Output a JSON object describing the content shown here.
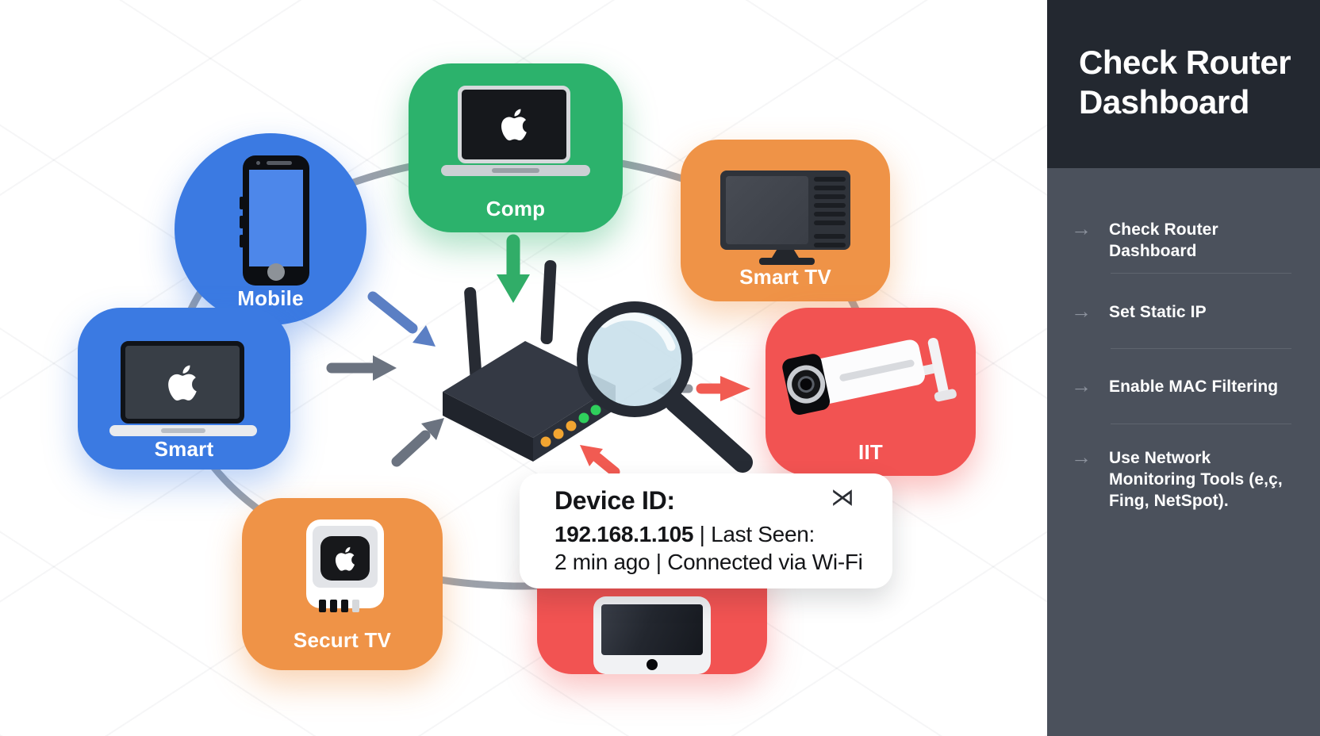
{
  "sidebar": {
    "title": "Check Router Dashboard",
    "arrow_glyph": "→",
    "items": [
      {
        "label": "Check Router Dashboard"
      },
      {
        "label": "Set Static IP"
      },
      {
        "label": "Enable MAC Filtering"
      },
      {
        "label": "Use Network Monitoring Tools (e,ç, Fing, NetSpot)."
      }
    ]
  },
  "diagram": {
    "devices": [
      {
        "label": "Mobile",
        "color": "#3b7ae2",
        "icon": "smartphone-icon"
      },
      {
        "label": "Comp",
        "color": "#2cb26c",
        "icon": "macbook-icon"
      },
      {
        "label": "Smart TV",
        "color": "#ef9347",
        "icon": "tv-icon"
      },
      {
        "label": "IIT",
        "color": "#f25352",
        "icon": "security-camera-icon"
      },
      {
        "label": "Smart",
        "color": "#3b7ae2",
        "icon": "macbook-icon"
      },
      {
        "label": "Securt TV",
        "color": "#ef9347",
        "icon": "streaming-box-icon"
      },
      {
        "label": "",
        "color": "#f25352",
        "icon": "tablet-icon"
      }
    ],
    "hub": {
      "icon": "router-icon",
      "inspect_icon": "magnifier-icon"
    },
    "tooltip": {
      "heading": "Device ID:",
      "ip": "192.168.1.105",
      "after_ip": " | Last Seen:",
      "line2": "2 min ago | Connected via Wi-Fi",
      "corner_icon": "shuffle-icon",
      "corner_icon_glyph": "⋊"
    },
    "colors": {
      "ring": "#8a909b",
      "router_body": "#2b303a",
      "arrow_gray": "#6b7380",
      "arrow_blue": "#5b7fc4",
      "arrow_green": "#31ad68",
      "arrow_red": "#f15b52",
      "lens": "#c7dfea",
      "sidebar_header": "#232830",
      "sidebar_body": "#4b515c"
    }
  }
}
